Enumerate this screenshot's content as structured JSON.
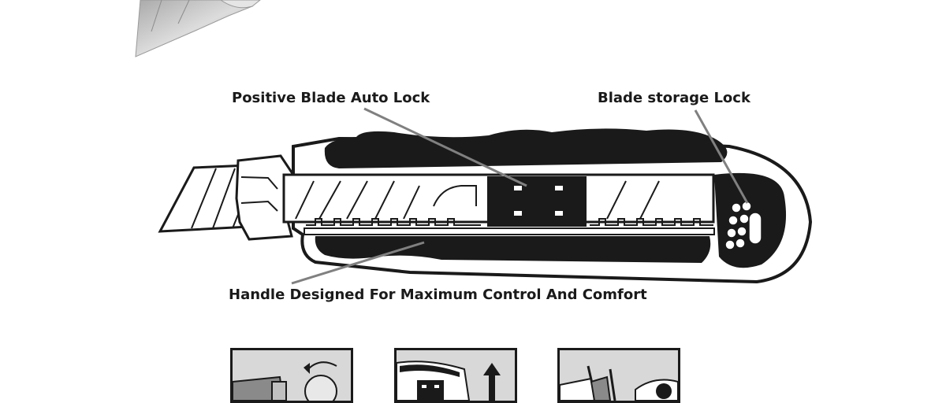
{
  "callouts": {
    "blade_auto_lock": "Positive Blade Auto Lock",
    "blade_storage_lock": "Blade storage Lock",
    "handle": "Handle Designed For Maximum Control And Comfort"
  },
  "colors": {
    "ink": "#1a1a1a",
    "leader_line": "#808080",
    "panel_bg": "#d8d8d8",
    "blade_steel": "#c8c8c8"
  },
  "icons": [
    "blade-segment",
    "rotate-arrow",
    "up-arrow"
  ]
}
